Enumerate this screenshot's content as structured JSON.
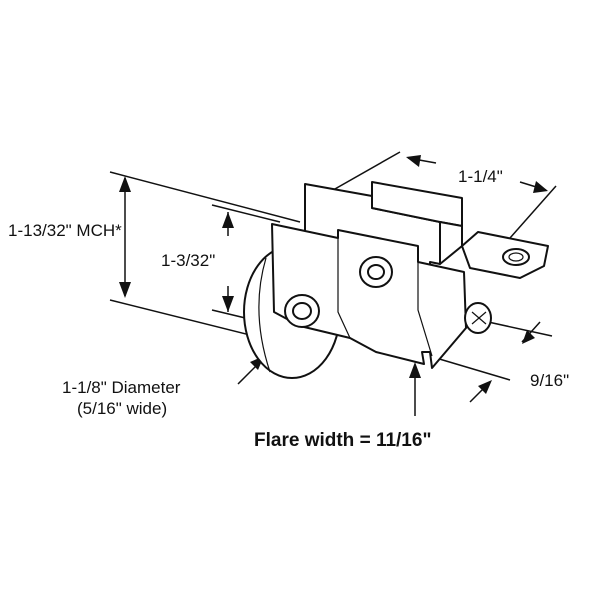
{
  "labels": {
    "overall_height": "1-13/32\" MCH*",
    "inner_height": "1-3/32\"",
    "width_top": "1-1/4\"",
    "depth_right": "9/16\"",
    "diameter": "1-1/8\" Diameter",
    "wheel_width": "(5/16\" wide)",
    "flare_width": "Flare width = 11/16\""
  }
}
